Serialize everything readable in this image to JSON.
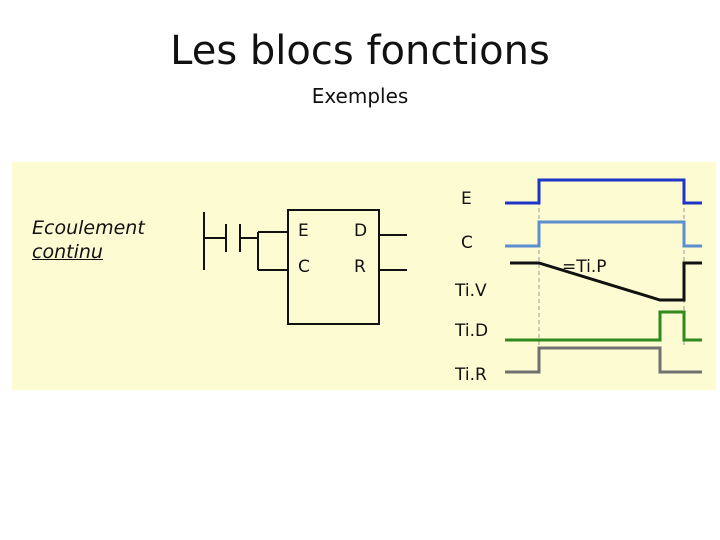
{
  "page": {
    "title": "Les blocs fonctions",
    "subtitle": "Exemples"
  },
  "diagram": {
    "side_label": [
      "Ecoulement",
      "continu"
    ],
    "block": {
      "in_e": "E",
      "in_c": "C",
      "out_d": "D",
      "out_r": "R"
    },
    "signals": {
      "e": "E",
      "c": "C",
      "tiv": "Ti.V",
      "tid": "Ti.D",
      "tir": "Ti.R",
      "preset": "=Ti.P"
    },
    "colors": {
      "e": "#1f35c8",
      "c": "#5b8fd0",
      "tiv": "#111111",
      "tid": "#2f8a1e",
      "tir": "#707070",
      "panel": "#fdfbd2"
    }
  }
}
